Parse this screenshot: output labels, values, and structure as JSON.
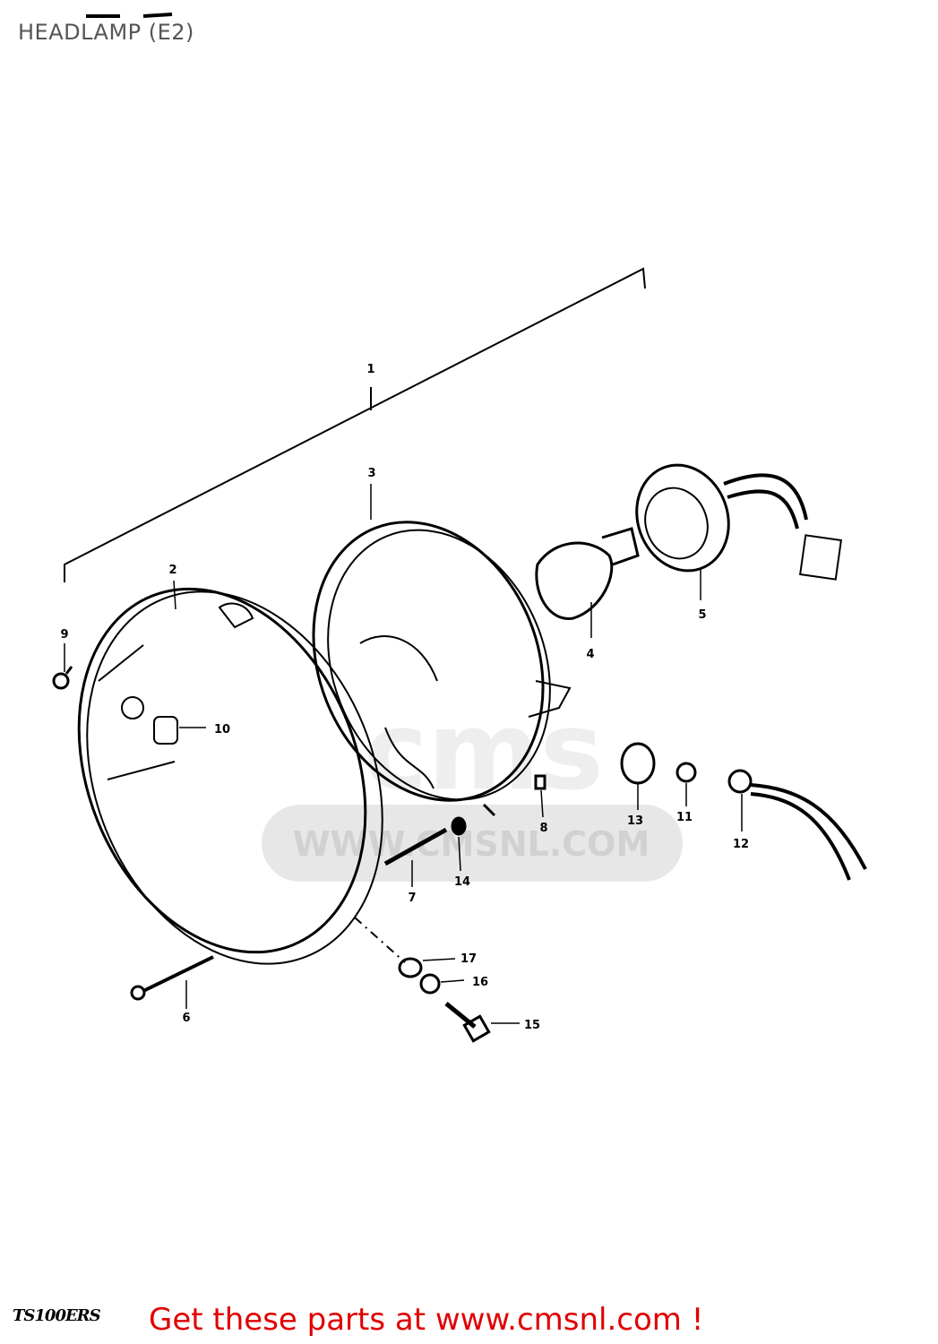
{
  "title": "HEADLAMP (E2)",
  "model_code": "TS100ERS",
  "call_to_action": "Get these parts at www.cmsnl.com !",
  "watermark": "WWW.CMSNL.COM",
  "colors": {
    "title": "#555555",
    "call_to_action": "#e00000",
    "line": "#000000",
    "watermark": "#d9d9d9"
  },
  "callouts": {
    "c1": "1",
    "c2": "2",
    "c3": "3",
    "c4": "4",
    "c5": "5",
    "c6": "6",
    "c7": "7",
    "c8": "8",
    "c9": "9",
    "c10": "10",
    "c11": "11",
    "c12": "12",
    "c13": "13",
    "c14": "14",
    "c15": "15",
    "c16": "16",
    "c17": "17"
  }
}
